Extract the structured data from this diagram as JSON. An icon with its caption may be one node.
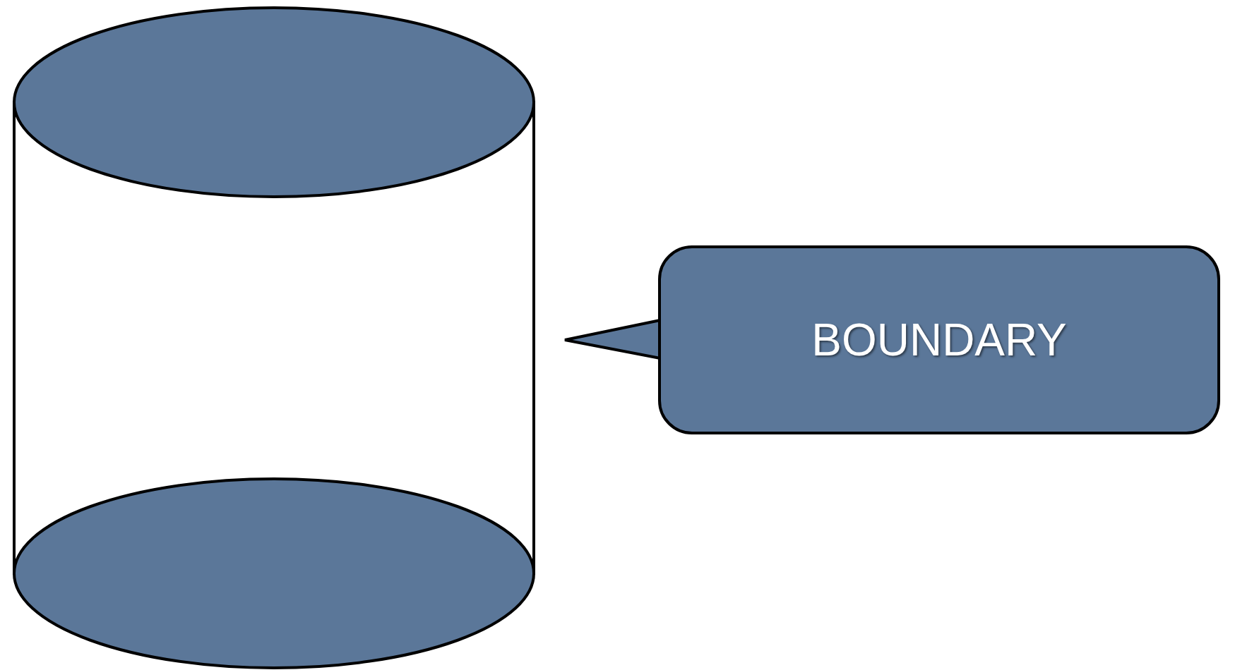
{
  "diagram": {
    "nodes": [
      {
        "text": [],
        "shape": "cylinder"
      },
      {
        "text": [
          "BOUNDARY"
        ]
      }
    ],
    "edges": [
      {
        "from": 1,
        "to": 0,
        "arrow": "none"
      }
    ]
  }
}
